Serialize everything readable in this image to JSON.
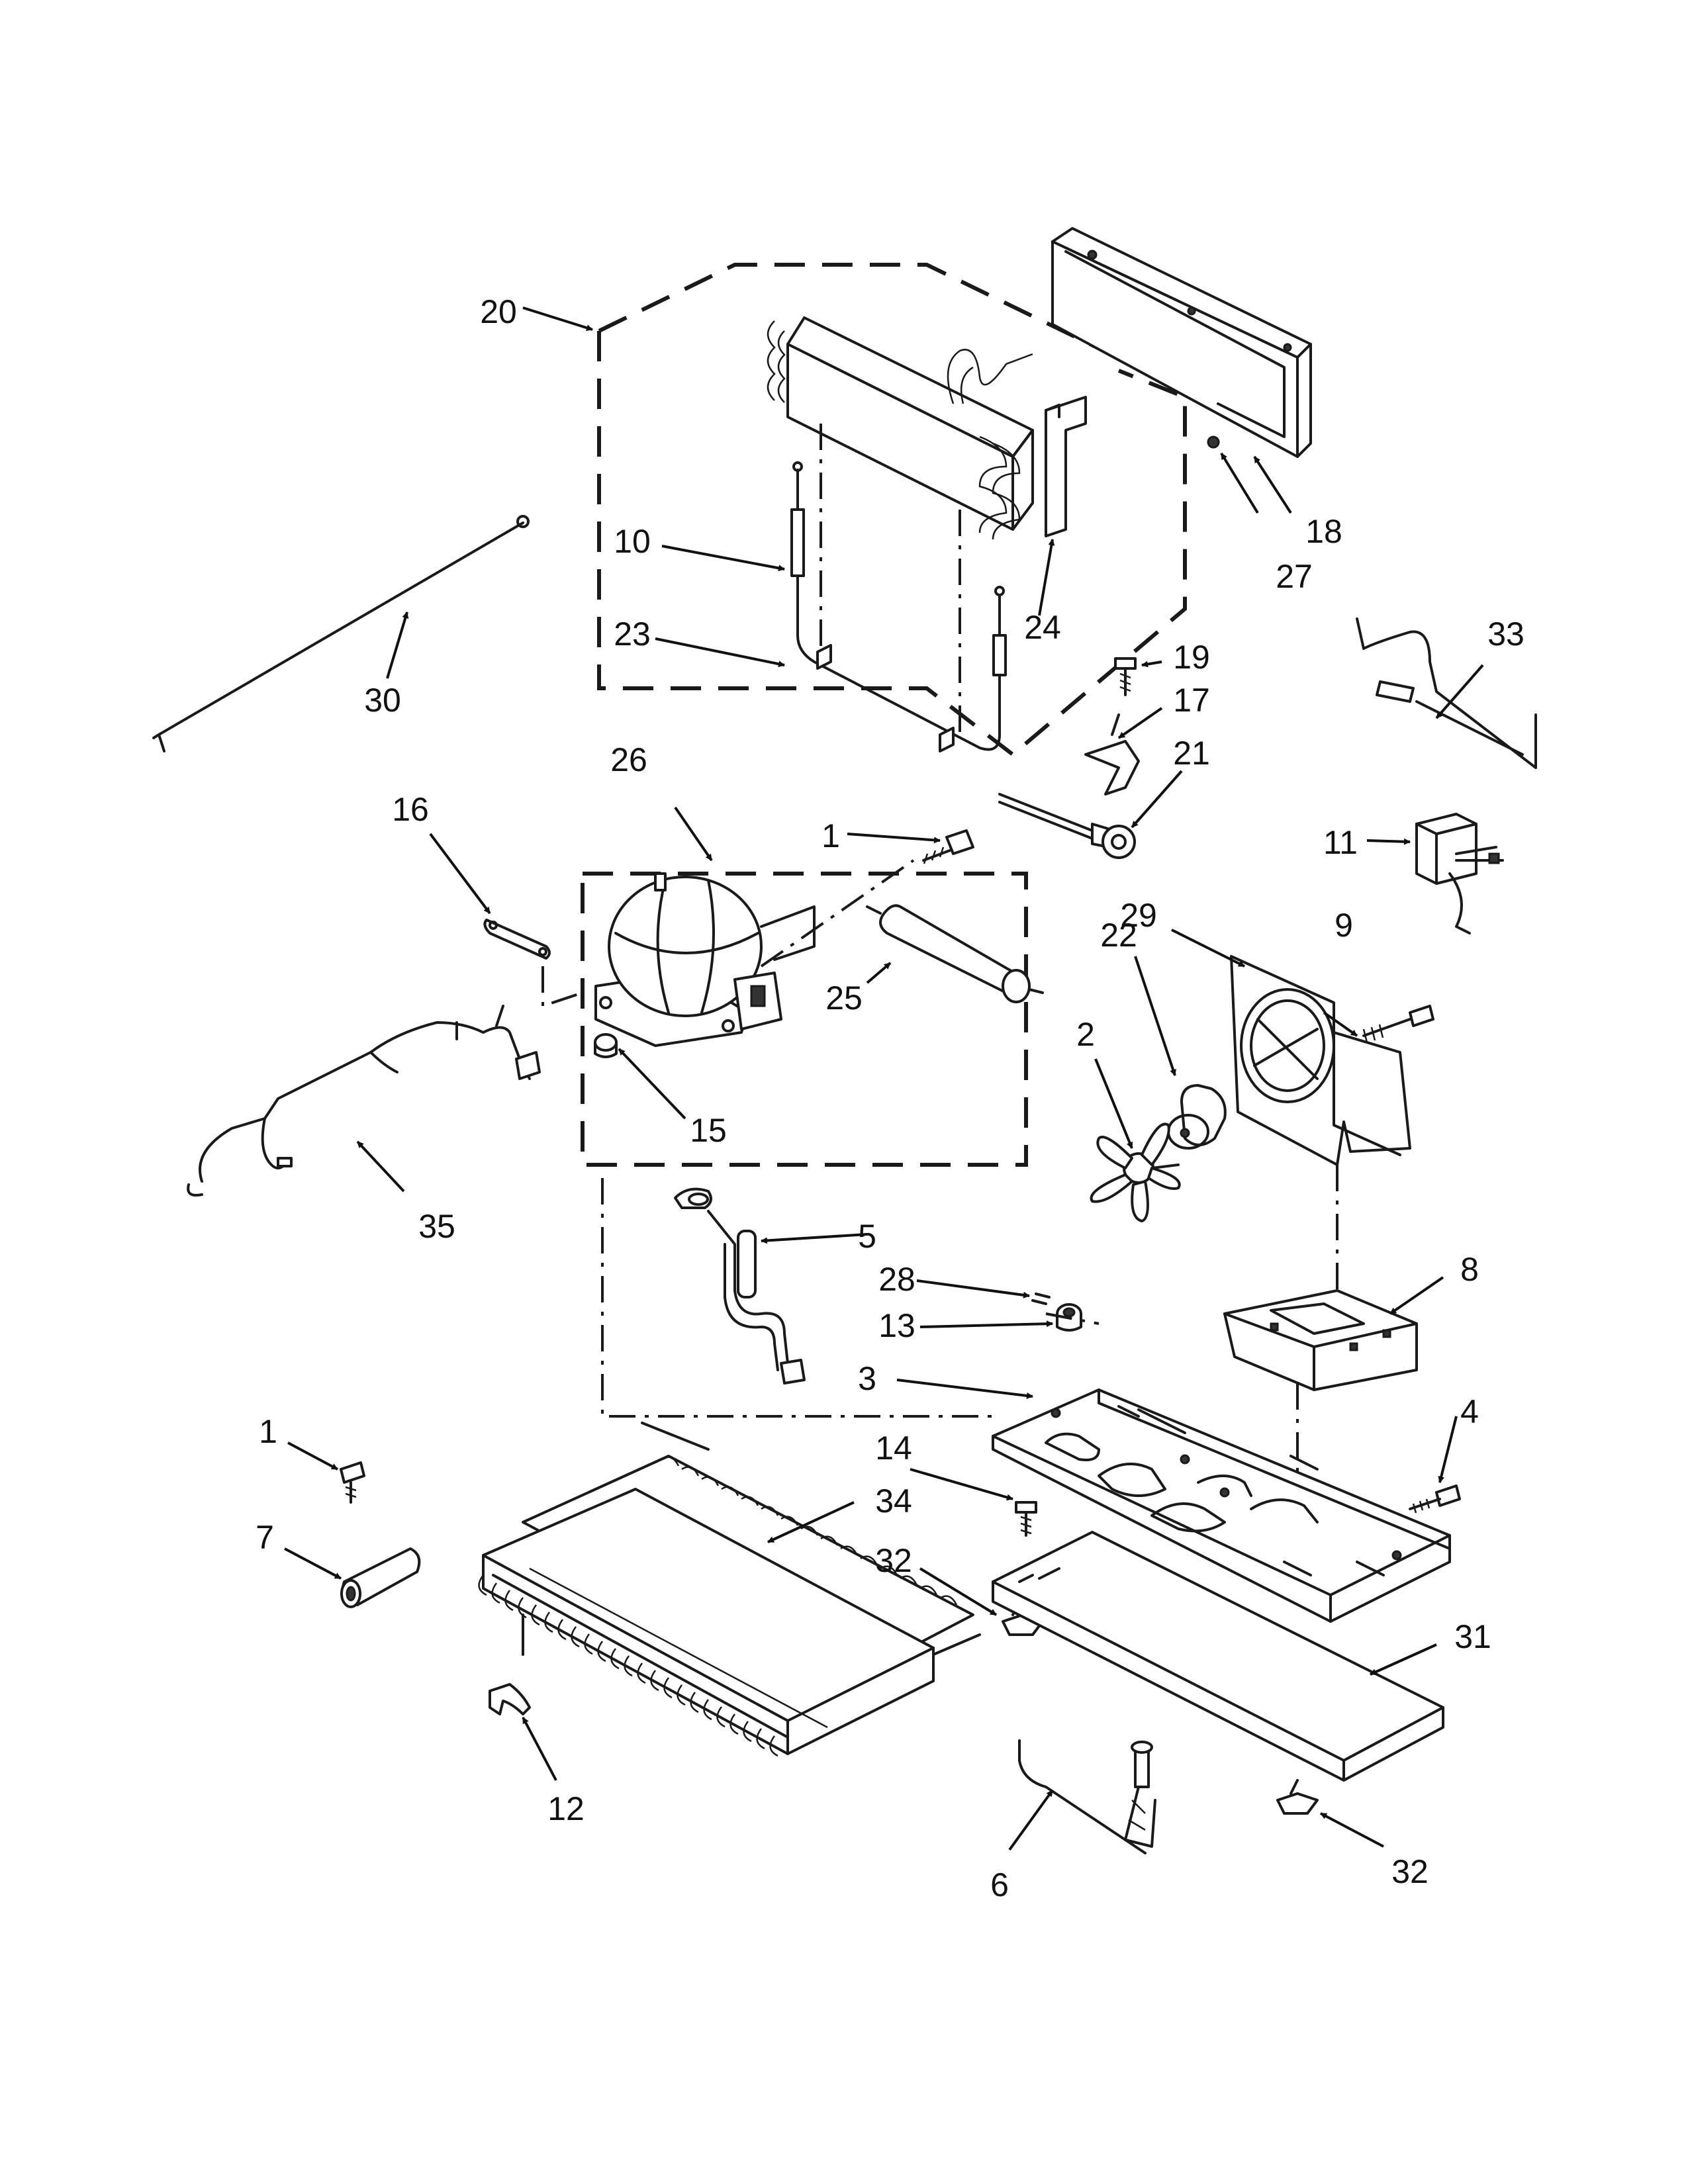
{
  "callouts": [
    {
      "label": "1",
      "name": "callout-1-screw-upper"
    },
    {
      "label": "1",
      "name": "callout-1-screw-lower"
    },
    {
      "label": "2",
      "name": "callout-2-fan-blade"
    },
    {
      "label": "3",
      "name": "callout-3-base-pan"
    },
    {
      "label": "4",
      "name": "callout-4-screw"
    },
    {
      "label": "5",
      "name": "callout-5-tube"
    },
    {
      "label": "6",
      "name": "callout-6-tube-assembly"
    },
    {
      "label": "7",
      "name": "callout-7-sleeve"
    },
    {
      "label": "8",
      "name": "callout-8-bracket"
    },
    {
      "label": "9",
      "name": "callout-9-screw"
    },
    {
      "label": "10",
      "name": "callout-10-heater"
    },
    {
      "label": "11",
      "name": "callout-11-relay"
    },
    {
      "label": "12",
      "name": "callout-12-clip"
    },
    {
      "label": "13",
      "name": "callout-13-grommet"
    },
    {
      "label": "14",
      "name": "callout-14-screw"
    },
    {
      "label": "15",
      "name": "callout-15-grommet"
    },
    {
      "label": "16",
      "name": "callout-16-strap"
    },
    {
      "label": "17",
      "name": "callout-17-clip"
    },
    {
      "label": "18",
      "name": "callout-18-cover"
    },
    {
      "label": "19",
      "name": "callout-19-screw"
    },
    {
      "label": "20",
      "name": "callout-20-evaporator-assembly"
    },
    {
      "label": "21",
      "name": "callout-21-harness"
    },
    {
      "label": "22",
      "name": "callout-22-fan-motor"
    },
    {
      "label": "23",
      "name": "callout-23-heater"
    },
    {
      "label": "24",
      "name": "callout-24-insulation"
    },
    {
      "label": "25",
      "name": "callout-25-drier"
    },
    {
      "label": "26",
      "name": "callout-26-compressor-assembly"
    },
    {
      "label": "27",
      "name": "callout-27-screw"
    },
    {
      "label": "28",
      "name": "callout-28-clip"
    },
    {
      "label": "29",
      "name": "callout-29-fan-shroud"
    },
    {
      "label": "30",
      "name": "callout-30-wire"
    },
    {
      "label": "31",
      "name": "callout-31-cover"
    },
    {
      "label": "32",
      "name": "callout-32-foot-upper"
    },
    {
      "label": "32",
      "name": "callout-32-foot-lower"
    },
    {
      "label": "33",
      "name": "callout-33-tube"
    },
    {
      "label": "34",
      "name": "callout-34-condenser"
    },
    {
      "label": "35",
      "name": "callout-35-wire-harness"
    }
  ]
}
